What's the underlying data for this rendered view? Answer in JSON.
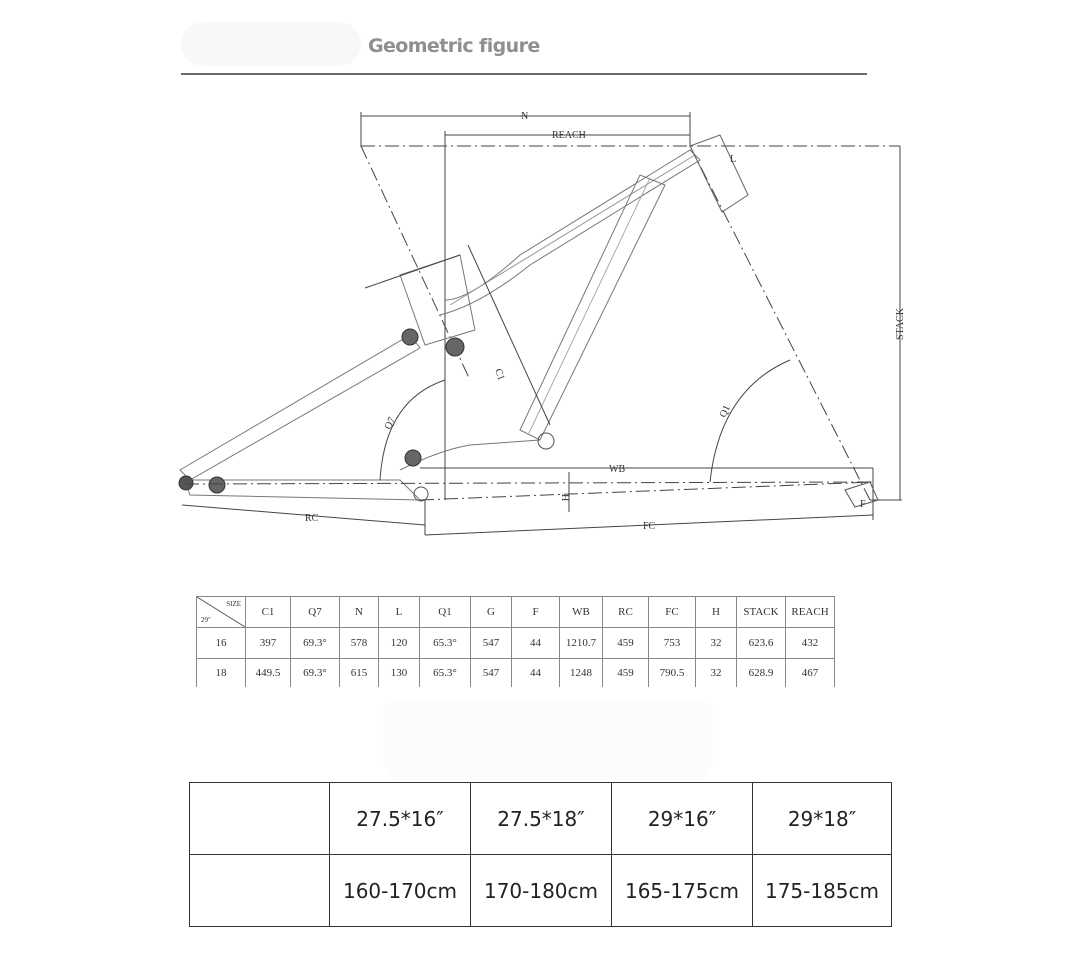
{
  "header": {
    "title": "Geometric figure"
  },
  "diagram": {
    "labels": {
      "n": "N",
      "reach": "REACH",
      "stack": "STACK",
      "l": "L",
      "c1": "C1",
      "q7": "Q7",
      "q1": "Q1",
      "wb": "WB",
      "h": "H",
      "rc": "RC",
      "fc": "FC",
      "f": "F"
    }
  },
  "geometry_table": {
    "corner_top": "SIZE",
    "corner_bottom": "29\"",
    "headers": [
      "C1",
      "Q7",
      "N",
      "L",
      "Q1",
      "G",
      "F",
      "WB",
      "RC",
      "FC",
      "H",
      "STACK",
      "REACH"
    ],
    "rows": [
      {
        "size": "16",
        "values": [
          "397",
          "69.3°",
          "578",
          "120",
          "65.3°",
          "547",
          "44",
          "1210.7",
          "459",
          "753",
          "32",
          "623.6",
          "432"
        ]
      },
      {
        "size": "18",
        "values": [
          "449.5",
          "69.3°",
          "615",
          "130",
          "65.3°",
          "547",
          "44",
          "1248",
          "459",
          "790.5",
          "32",
          "628.9",
          "467"
        ]
      }
    ]
  },
  "size_table": {
    "sizes": [
      "27.5*16″",
      "27.5*18″",
      "29*16″",
      "29*18″"
    ],
    "heights": [
      "160-170cm",
      "170-180cm",
      "165-175cm",
      "175-185cm"
    ]
  }
}
